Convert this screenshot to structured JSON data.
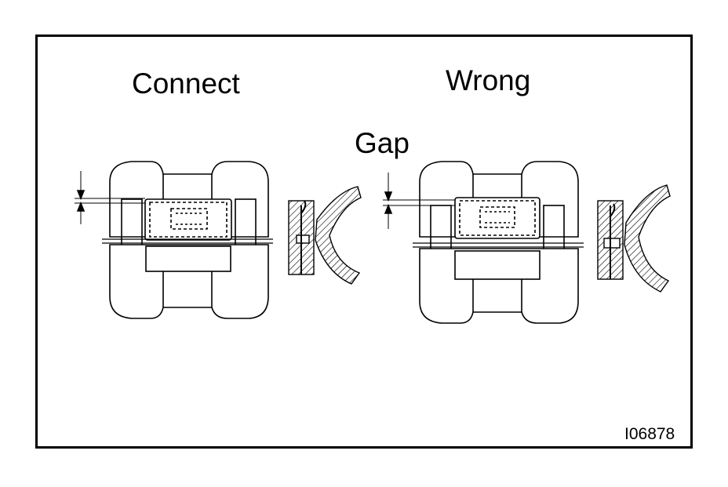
{
  "labels": {
    "left_title": "Connect",
    "right_title": "Wrong",
    "gap_label": "Gap",
    "figure_code": "I06878"
  }
}
